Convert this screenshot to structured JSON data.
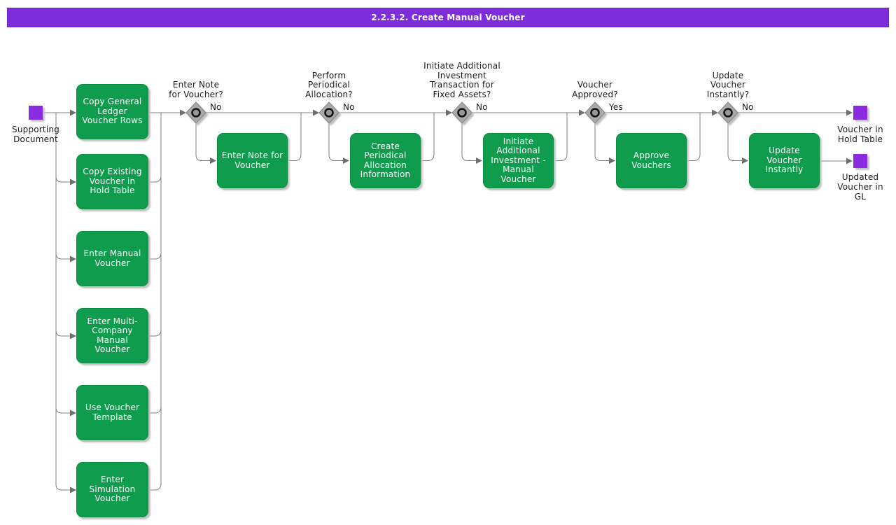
{
  "banner": {
    "title": "2.2.3.2. Create Manual Voucher"
  },
  "colors": {
    "accent_purple": "#8a2be2",
    "activity_green": "#0f9c4c",
    "connector_gray": "#7f7f7f",
    "diamond_gray": "#aaaaaa"
  },
  "start": {
    "label": "Supporting\nDocument"
  },
  "column_steps": [
    {
      "label": "Copy General Ledger Voucher Rows"
    },
    {
      "label": "Copy Existing Voucher in Hold Table"
    },
    {
      "label": "Enter Manual Voucher"
    },
    {
      "label": "Enter Multi-Company Manual Voucher"
    },
    {
      "label": "Use Voucher Template"
    },
    {
      "label": "Enter Simulation Voucher"
    }
  ],
  "decisions": [
    {
      "question": "Enter Note\nfor Voucher?",
      "branch_label": "No"
    },
    {
      "question": "Perform\nPeriodical\nAllocation?",
      "branch_label": "No"
    },
    {
      "question": "Initiate Additional\nInvestment\nTransaction for\nFixed Assets?",
      "branch_label": "No"
    },
    {
      "question": "Voucher\nApproved?",
      "branch_label": "Yes"
    },
    {
      "question": "Update\nVoucher\nInstantly?",
      "branch_label": "No"
    }
  ],
  "branch_steps": [
    {
      "label": "Enter Note for Voucher"
    },
    {
      "label": "Create Periodical Allocation Information"
    },
    {
      "label": "Initiate Additional Investment - Manual Voucher"
    },
    {
      "label": "Approve Vouchers"
    },
    {
      "label": "Update Voucher Instantly"
    }
  ],
  "ends": [
    {
      "label": "Voucher in\nHold Table"
    },
    {
      "label": "Updated\nVoucher in\nGL"
    }
  ]
}
